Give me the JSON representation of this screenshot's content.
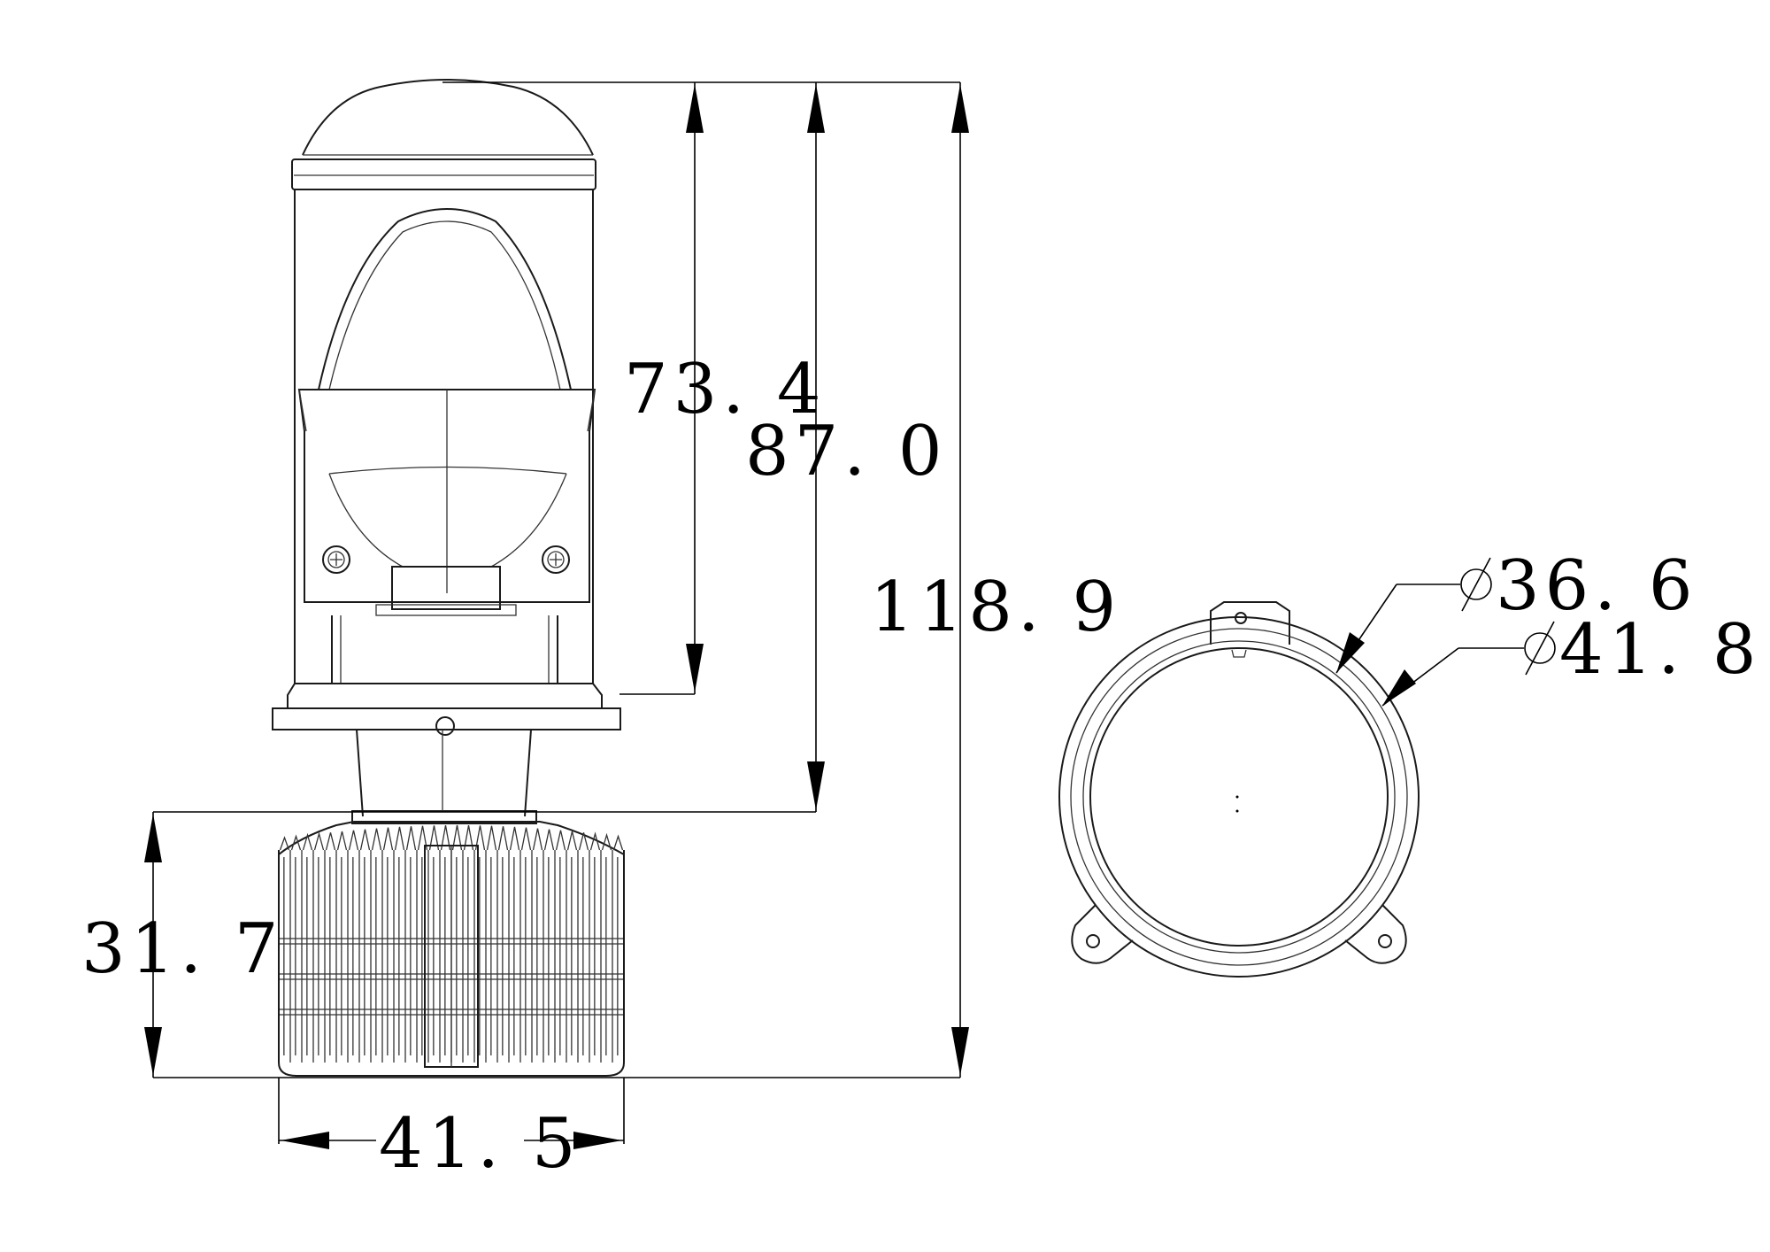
{
  "dimensions": {
    "lens_height": "73. 4",
    "upper_height": "87. 0",
    "total_height": "118. 9",
    "base_height": "31. 7",
    "base_width": "41. 5",
    "inner_diameter": "36. 6",
    "outer_diameter": "41. 8"
  },
  "diameter_symbol": "⌀"
}
